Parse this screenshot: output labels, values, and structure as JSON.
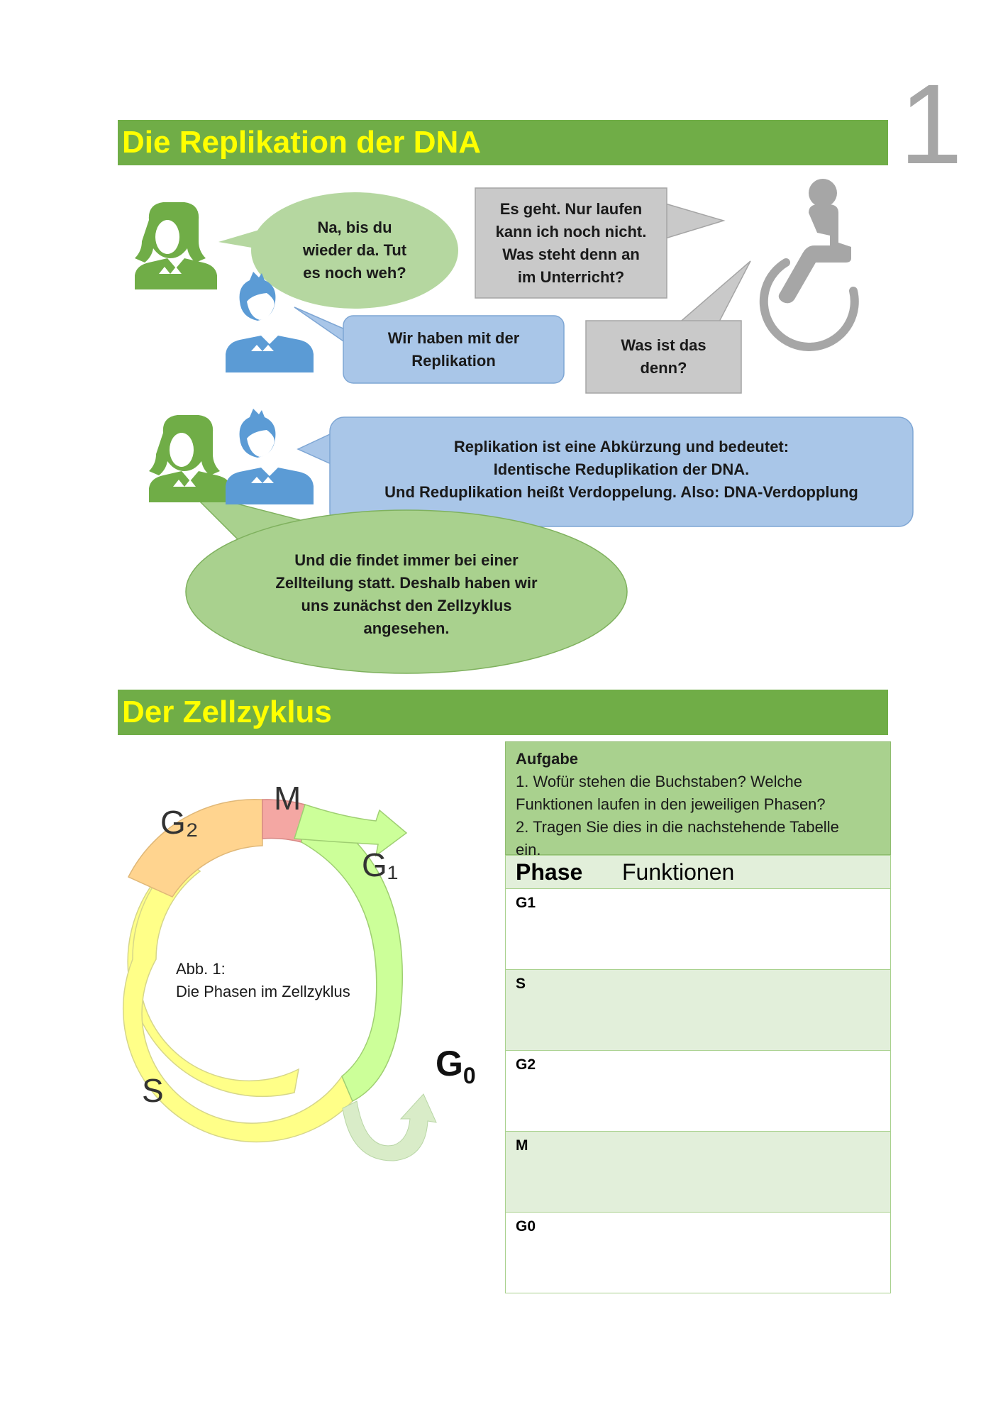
{
  "page_number": "1",
  "section1": {
    "title": "Die Replikation der DNA"
  },
  "dialogue": {
    "bubble1": [
      "Na, bis du",
      "wieder da. Tut",
      "es noch weh?"
    ],
    "bubble2": [
      "Es geht. Nur laufen",
      "kann ich noch nicht.",
      "Was steht denn an",
      "im Unterricht?"
    ],
    "bubble3": [
      "Wir haben mit der",
      "Replikation"
    ],
    "bubble4": [
      "Was ist das",
      "denn?"
    ],
    "bubble5": [
      "Replikation ist eine Abkürzung und bedeutet:",
      "Identische Reduplikation der DNA.",
      "Und Reduplikation heißt Verdoppelung. Also: DNA-Verdopplung"
    ],
    "bubble6": [
      "Und die findet immer bei einer",
      "Zellteilung statt. Deshalb haben wir",
      "uns zunächst den Zellzyklus",
      "angesehen."
    ]
  },
  "section2": {
    "title": "Der Zellzyklus"
  },
  "cycle": {
    "labels": {
      "m": "M",
      "g1": "G₁",
      "g2": "G₂",
      "s": "S",
      "g0": "G",
      "g0_sub": "0"
    },
    "colors": {
      "m": "#f4a7a3",
      "g1": "#ccff99",
      "g2": "#ffd48f",
      "s": "#ffff88",
      "g0": "#d9ecc8"
    },
    "caption": [
      "Abb. 1:",
      "Die Phasen im Zellzyklus"
    ]
  },
  "task": {
    "title": "Aufgabe",
    "lines": [
      "1. Wofür stehen die Buchstaben? Welche",
      "Funktionen laufen in den jeweiligen Phasen?",
      "2. Tragen Sie dies in die nachstehende Tabelle",
      "ein."
    ]
  },
  "table": {
    "headers": [
      "Phase",
      "Funktionen"
    ],
    "rows": [
      "G1",
      "S",
      "G2",
      "M",
      "G0"
    ]
  }
}
